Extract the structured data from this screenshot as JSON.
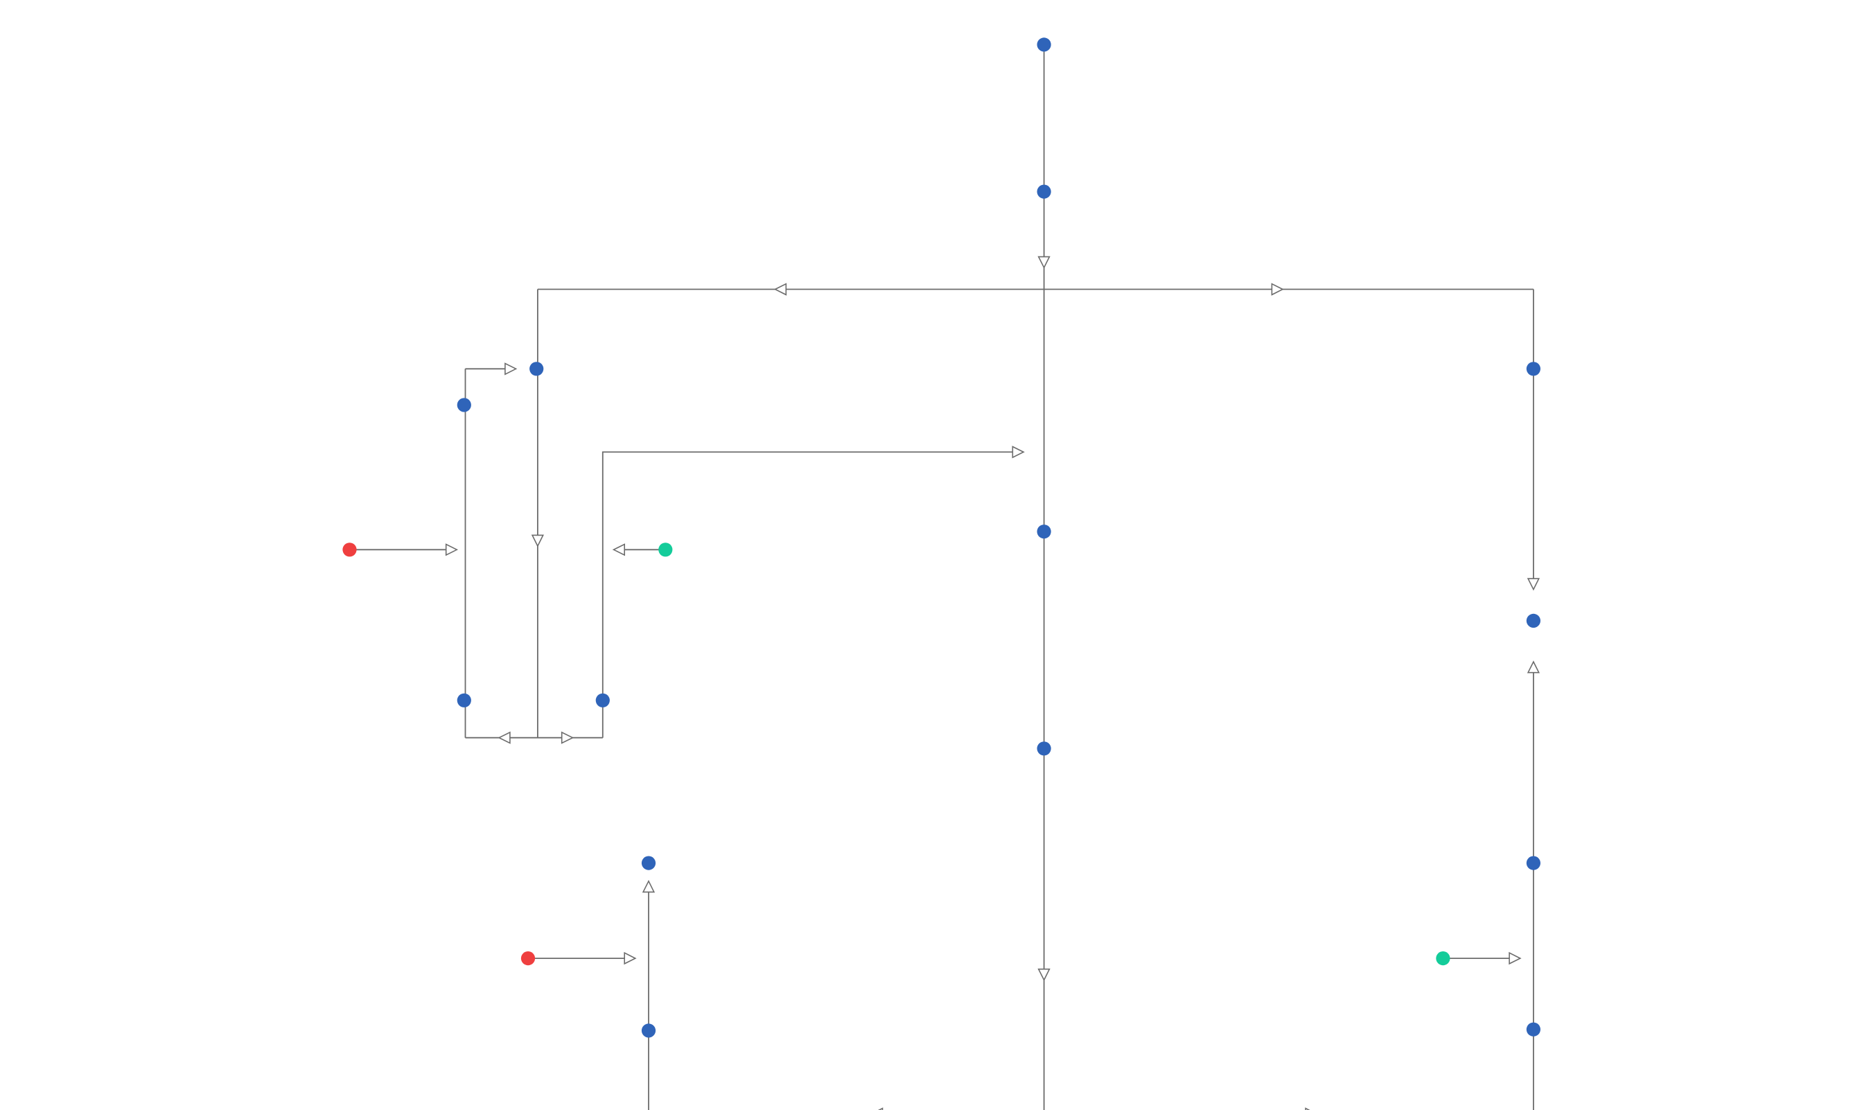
{
  "diagram": {
    "colors": {
      "background": "#ffffff",
      "edge": "#6b6b6b",
      "node_default": "#2f64b9",
      "node_source": "#ef3f3f",
      "node_sink": "#14cc9a"
    },
    "node_kinds": [
      "default",
      "source",
      "sink"
    ],
    "node_count": 21,
    "edge_count": 18,
    "arrowhead_count": 18
  }
}
